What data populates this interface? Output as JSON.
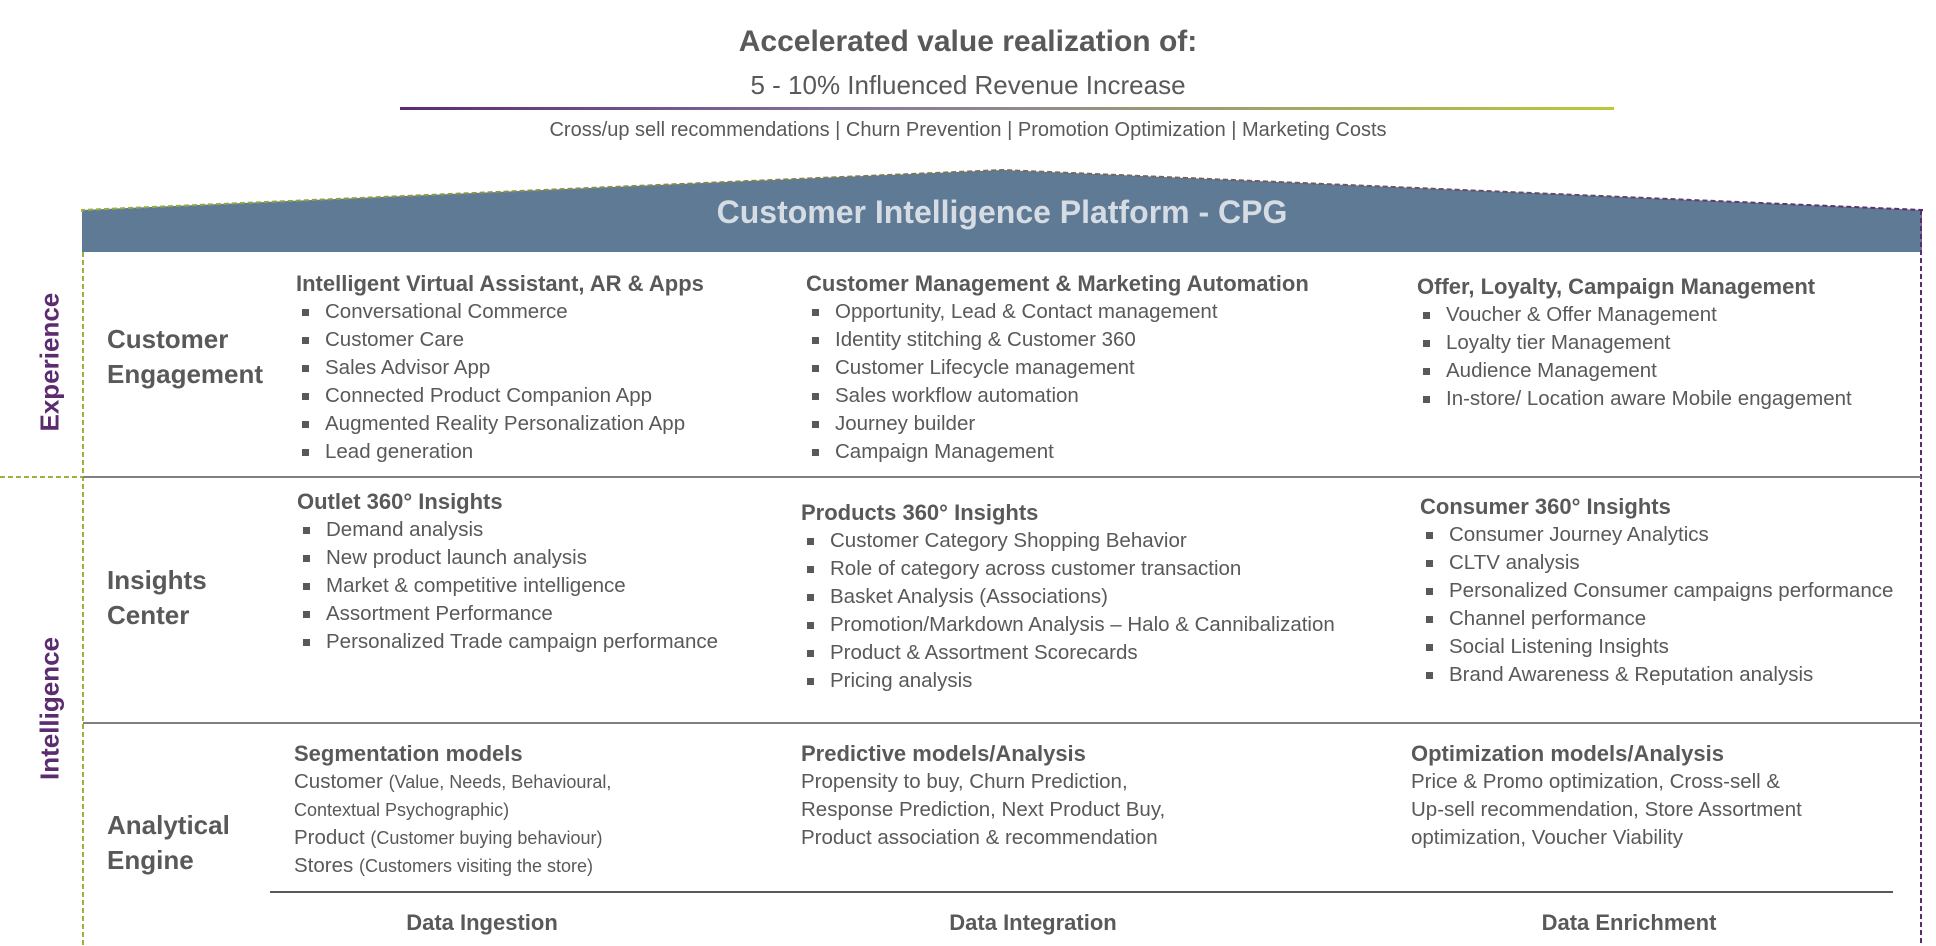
{
  "header": {
    "title": "Accelerated value realization of:",
    "subtitle": "5 - 10% Influenced Revenue Increase",
    "categories": "Cross/up sell recommendations | Churn Prevention | Promotion Optimization | Marketing Costs"
  },
  "platform": {
    "title": "Customer Intelligence Platform - CPG",
    "banner_color": "#5f7a95"
  },
  "pillars": {
    "experience": "Experience",
    "intelligence": "Intelligence"
  },
  "rows": {
    "engagement": {
      "label_line1": "Customer",
      "label_line2": "Engagement",
      "cols": [
        {
          "title": "Intelligent Virtual Assistant, AR & Apps",
          "items": [
            "Conversational Commerce",
            "Customer Care",
            "Sales Advisor App",
            "Connected Product Companion App",
            "Augmented Reality Personalization App",
            "Lead generation"
          ]
        },
        {
          "title": "Customer Management & Marketing Automation",
          "items": [
            "Opportunity, Lead & Contact management",
            "Identity stitching & Customer 360",
            "Customer Lifecycle management",
            "Sales workflow automation",
            "Journey builder",
            "Campaign Management"
          ]
        },
        {
          "title": "Offer, Loyalty, Campaign Management",
          "items": [
            "Voucher & Offer Management",
            "Loyalty tier Management",
            "Audience Management",
            "In-store/ Location aware Mobile engagement"
          ]
        }
      ]
    },
    "insights": {
      "label_line1": "Insights",
      "label_line2": "Center",
      "cols": [
        {
          "title": "Outlet 360° Insights",
          "items": [
            "Demand analysis",
            "New product launch analysis",
            "Market & competitive intelligence",
            "Assortment Performance",
            "Personalized Trade campaign performance"
          ]
        },
        {
          "title": "Products 360° Insights",
          "items": [
            "Customer Category Shopping Behavior",
            "Role of category across customer transaction",
            "Basket Analysis (Associations)",
            "Promotion/Markdown Analysis – Halo & Cannibalization",
            "Product & Assortment Scorecards",
            "Pricing analysis"
          ]
        },
        {
          "title": "Consumer 360° Insights",
          "items": [
            "Consumer Journey Analytics",
            "CLTV analysis",
            "Personalized Consumer campaigns performance",
            "Channel performance",
            "Social Listening Insights",
            "Brand Awareness & Reputation analysis"
          ]
        }
      ]
    },
    "engine": {
      "label_line1": "Analytical",
      "label_line2": "Engine",
      "col1": {
        "title": "Segmentation models",
        "customer": "Customer",
        "customer_detail_1": "(Value, Needs, Behavioural,",
        "customer_detail_2": "Contextual Psychographic)",
        "product": "Product",
        "product_detail": "(Customer buying behaviour)",
        "stores": "Stores",
        "stores_detail": "(Customers visiting the store)"
      },
      "col2": {
        "title": "Predictive models/Analysis",
        "lines": [
          "Propensity to buy, Churn Prediction,",
          "Response Prediction, Next Product Buy,",
          "Product association & recommendation"
        ]
      },
      "col3": {
        "title": "Optimization models/Analysis",
        "lines": [
          "Price & Promo optimization, Cross-sell &",
          "Up-sell recommendation, Store Assortment",
          "optimization, Voucher Viability"
        ]
      }
    }
  },
  "data_layer": {
    "ingestion": "Data Ingestion",
    "integration": "Data Integration",
    "enrichment": "Data Enrichment"
  }
}
